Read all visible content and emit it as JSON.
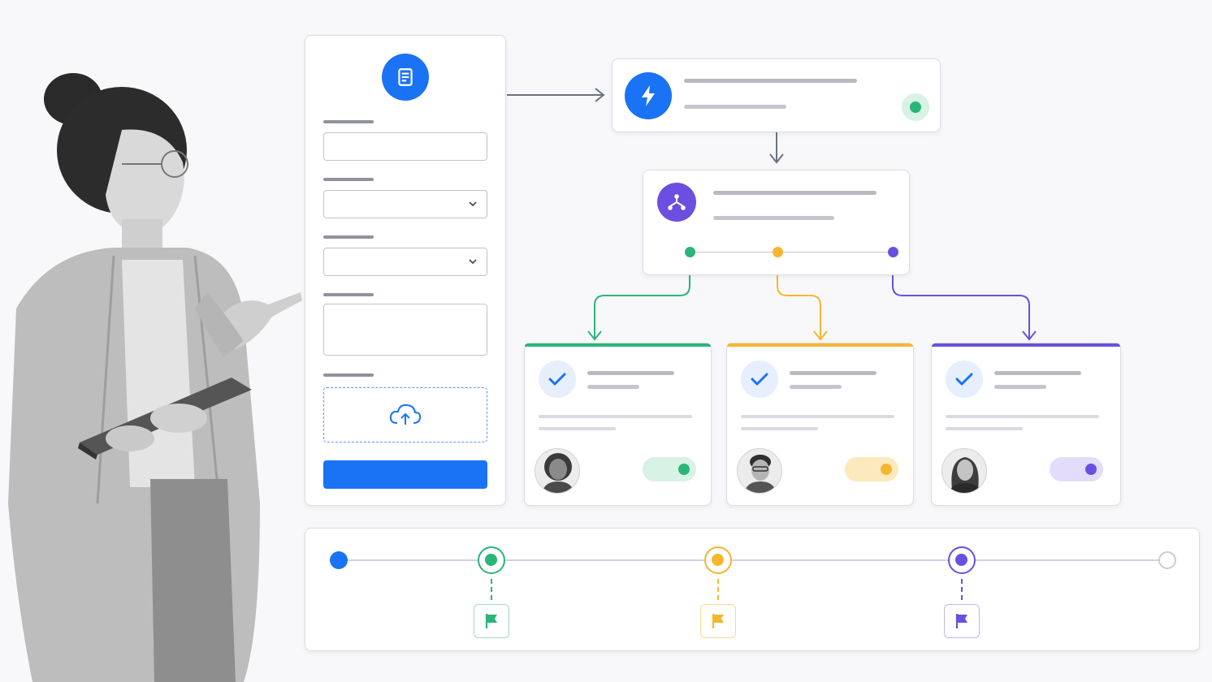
{
  "colors": {
    "primary_blue": "#1a73f5",
    "green": "#2bb57a",
    "yellow": "#f5b72e",
    "purple": "#6b4fe0",
    "connector_gray": "#6a7280"
  },
  "form_card": {
    "header_icon": "document-icon",
    "fields": [
      {
        "type": "text-input",
        "value": ""
      },
      {
        "type": "select",
        "value": "",
        "icon": "chevron-down-icon"
      },
      {
        "type": "select",
        "value": "",
        "icon": "chevron-down-icon"
      },
      {
        "type": "textarea",
        "value": ""
      },
      {
        "type": "upload-dropzone",
        "icon": "cloud-upload-icon"
      }
    ],
    "submit_button_label": ""
  },
  "trigger_node": {
    "icon": "lightning-icon",
    "status": "active",
    "status_color": "#2bb57a"
  },
  "branch_node": {
    "icon": "branch-icon",
    "outputs": [
      "green",
      "yellow",
      "purple"
    ]
  },
  "task_cards": [
    {
      "accent": "#2bb57a",
      "status_icon": "check-icon",
      "toggle": "on",
      "avatar": "person-avatar-1"
    },
    {
      "accent": "#f5b72e",
      "status_icon": "check-icon",
      "toggle": "on",
      "avatar": "person-avatar-2"
    },
    {
      "accent": "#6b4fe0",
      "status_icon": "check-icon",
      "toggle": "on",
      "avatar": "person-avatar-3"
    }
  ],
  "timeline": {
    "milestones": [
      {
        "state": "start",
        "color": "#1a73f5"
      },
      {
        "state": "milestone",
        "color": "#2bb57a",
        "flag": "flag-icon"
      },
      {
        "state": "milestone",
        "color": "#f5b72e",
        "flag": "flag-icon"
      },
      {
        "state": "milestone",
        "color": "#6b4fe0",
        "flag": "flag-icon"
      },
      {
        "state": "end",
        "color": "#c9ccd2"
      }
    ]
  },
  "illustration": {
    "subject": "person-with-tablet",
    "style": "grayscale"
  }
}
